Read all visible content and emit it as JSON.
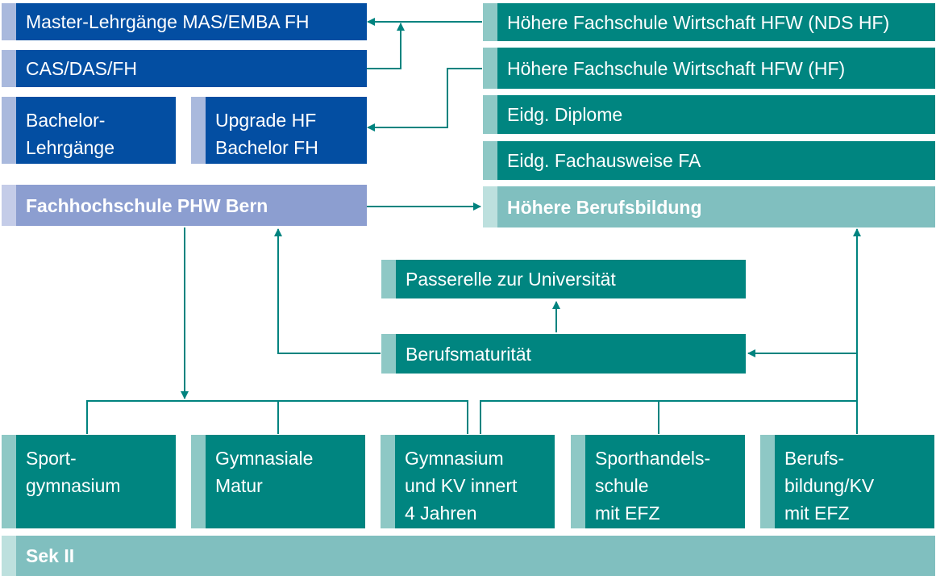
{
  "colors": {
    "dark_blue": "#034ea2",
    "teal": "#008580",
    "light_blue": "#8c9ed0",
    "light_teal": "#80bfbf",
    "line": "#00837f"
  },
  "boxes": {
    "mas": "Master-Lehrgänge MAS/EMBA FH",
    "cas": "CAS/DAS/FH",
    "bachelor": "Bachelor-\nLehrgänge",
    "upgrade": "Upgrade HF\nBachelor FH",
    "phw": "Fachhochschule PHW Bern",
    "hfw_nds": "Höhere Fachschule Wirtschaft HFW (NDS HF)",
    "hfw_hf": "Höhere Fachschule Wirtschaft HFW (HF)",
    "diplome": "Eidg. Diplome",
    "fachausweise": "Eidg. Fachausweise FA",
    "hoehere": "Höhere Berufsbildung",
    "passerelle": "Passerelle zur Universität",
    "bm": "Berufsmaturität",
    "sportgym": "Sport-\ngymnasium",
    "gymmatur": "Gymnasiale\nMatur",
    "gymkv": "Gymnasium\nund KV innert\n4 Jahren",
    "sporthandel": "Sporthandels-\nschule\nmit EFZ",
    "berufsbildung": "Berufs-\nbildung/KV\nmit EFZ",
    "sek": "Sek II"
  }
}
